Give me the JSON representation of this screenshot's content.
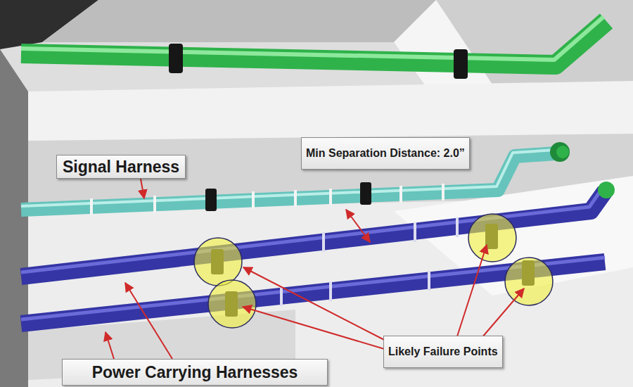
{
  "diagram": {
    "nodes": [
      {
        "text": [
          "Signal Harness"
        ]
      },
      {
        "text": [
          "Min Separation Distance: 2.0”"
        ]
      },
      {
        "text": [
          "Likely Failure Points"
        ]
      },
      {
        "text": [
          "Power Carrying Harnesses"
        ]
      }
    ]
  }
}
